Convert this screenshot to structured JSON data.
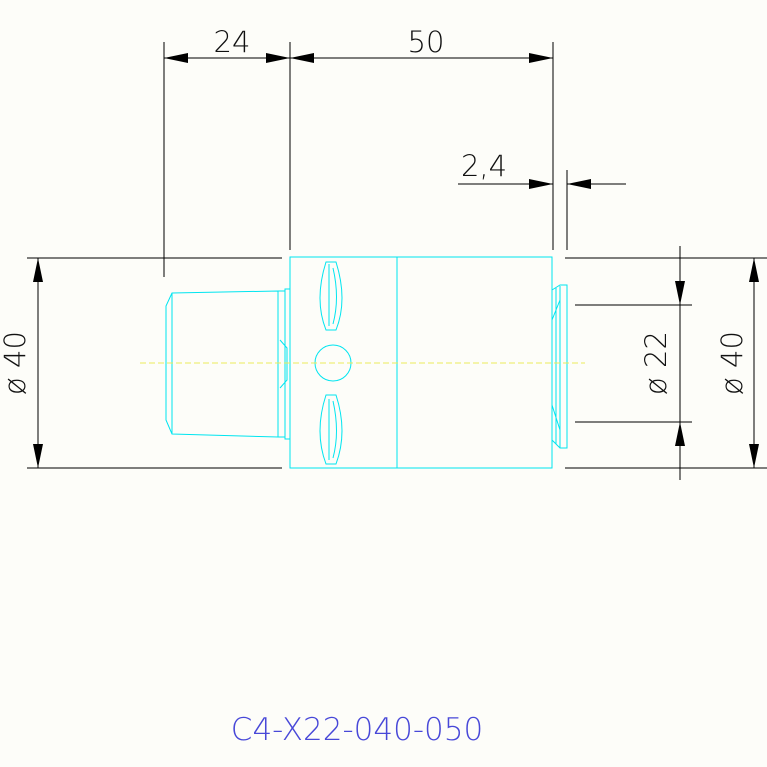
{
  "dimensions": {
    "shaft_length": "24",
    "body_length": "50",
    "flange_thickness": "2,4",
    "left_diameter": "ø 40",
    "bore_diameter": "ø 22",
    "right_diameter": "ø 40"
  },
  "part_number": "C4-X22-040-050",
  "colors": {
    "background": "#fdfdf9",
    "part_outline": "#00e5f0",
    "dimension_lines": "#000000",
    "centerline": "#ecec5a",
    "part_number_text": "#4848d8"
  }
}
